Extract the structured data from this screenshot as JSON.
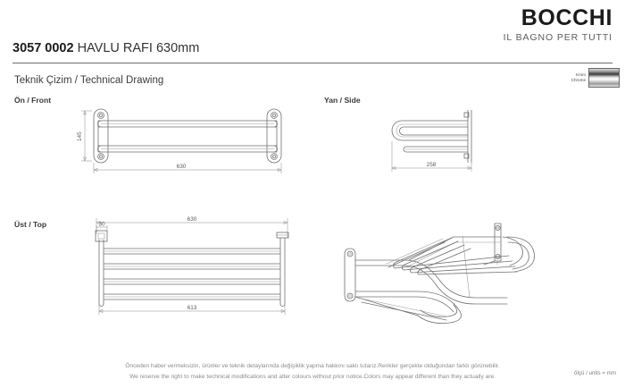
{
  "brand": {
    "wordmark": "BOCCHI",
    "tagline": "IL BAGNO PER TUTTI"
  },
  "product": {
    "code": "3057 0002",
    "name": "HAVLU RAFI 630mm"
  },
  "drawing_heading": "Teknik Çizim / Technical Drawing",
  "views": {
    "front": "Ön / Front",
    "side": "Yan / Side",
    "top": "Üst / Top"
  },
  "finish": {
    "name_tr": "Krom",
    "name_en": "Chrome",
    "swatch_color": "#b4b4b4"
  },
  "dimensions": {
    "front_width": "630",
    "front_height": "145",
    "side_depth": "258",
    "top_width": "630",
    "top_inner_width": "613",
    "top_plate": "30"
  },
  "footer": {
    "line_tr": "Önceden haber vermeksizin, ürünler ve teknik detaylarında değişiklik yapma hakkını saklı tutarız.Renkler gerçekte olduğundan farklı görünebilir.",
    "line_en": "We reserve the right to make technical modifications and alter colours without prior notice.Colors may appear different than they actually are."
  },
  "units_note": "ölçü / units = mm"
}
